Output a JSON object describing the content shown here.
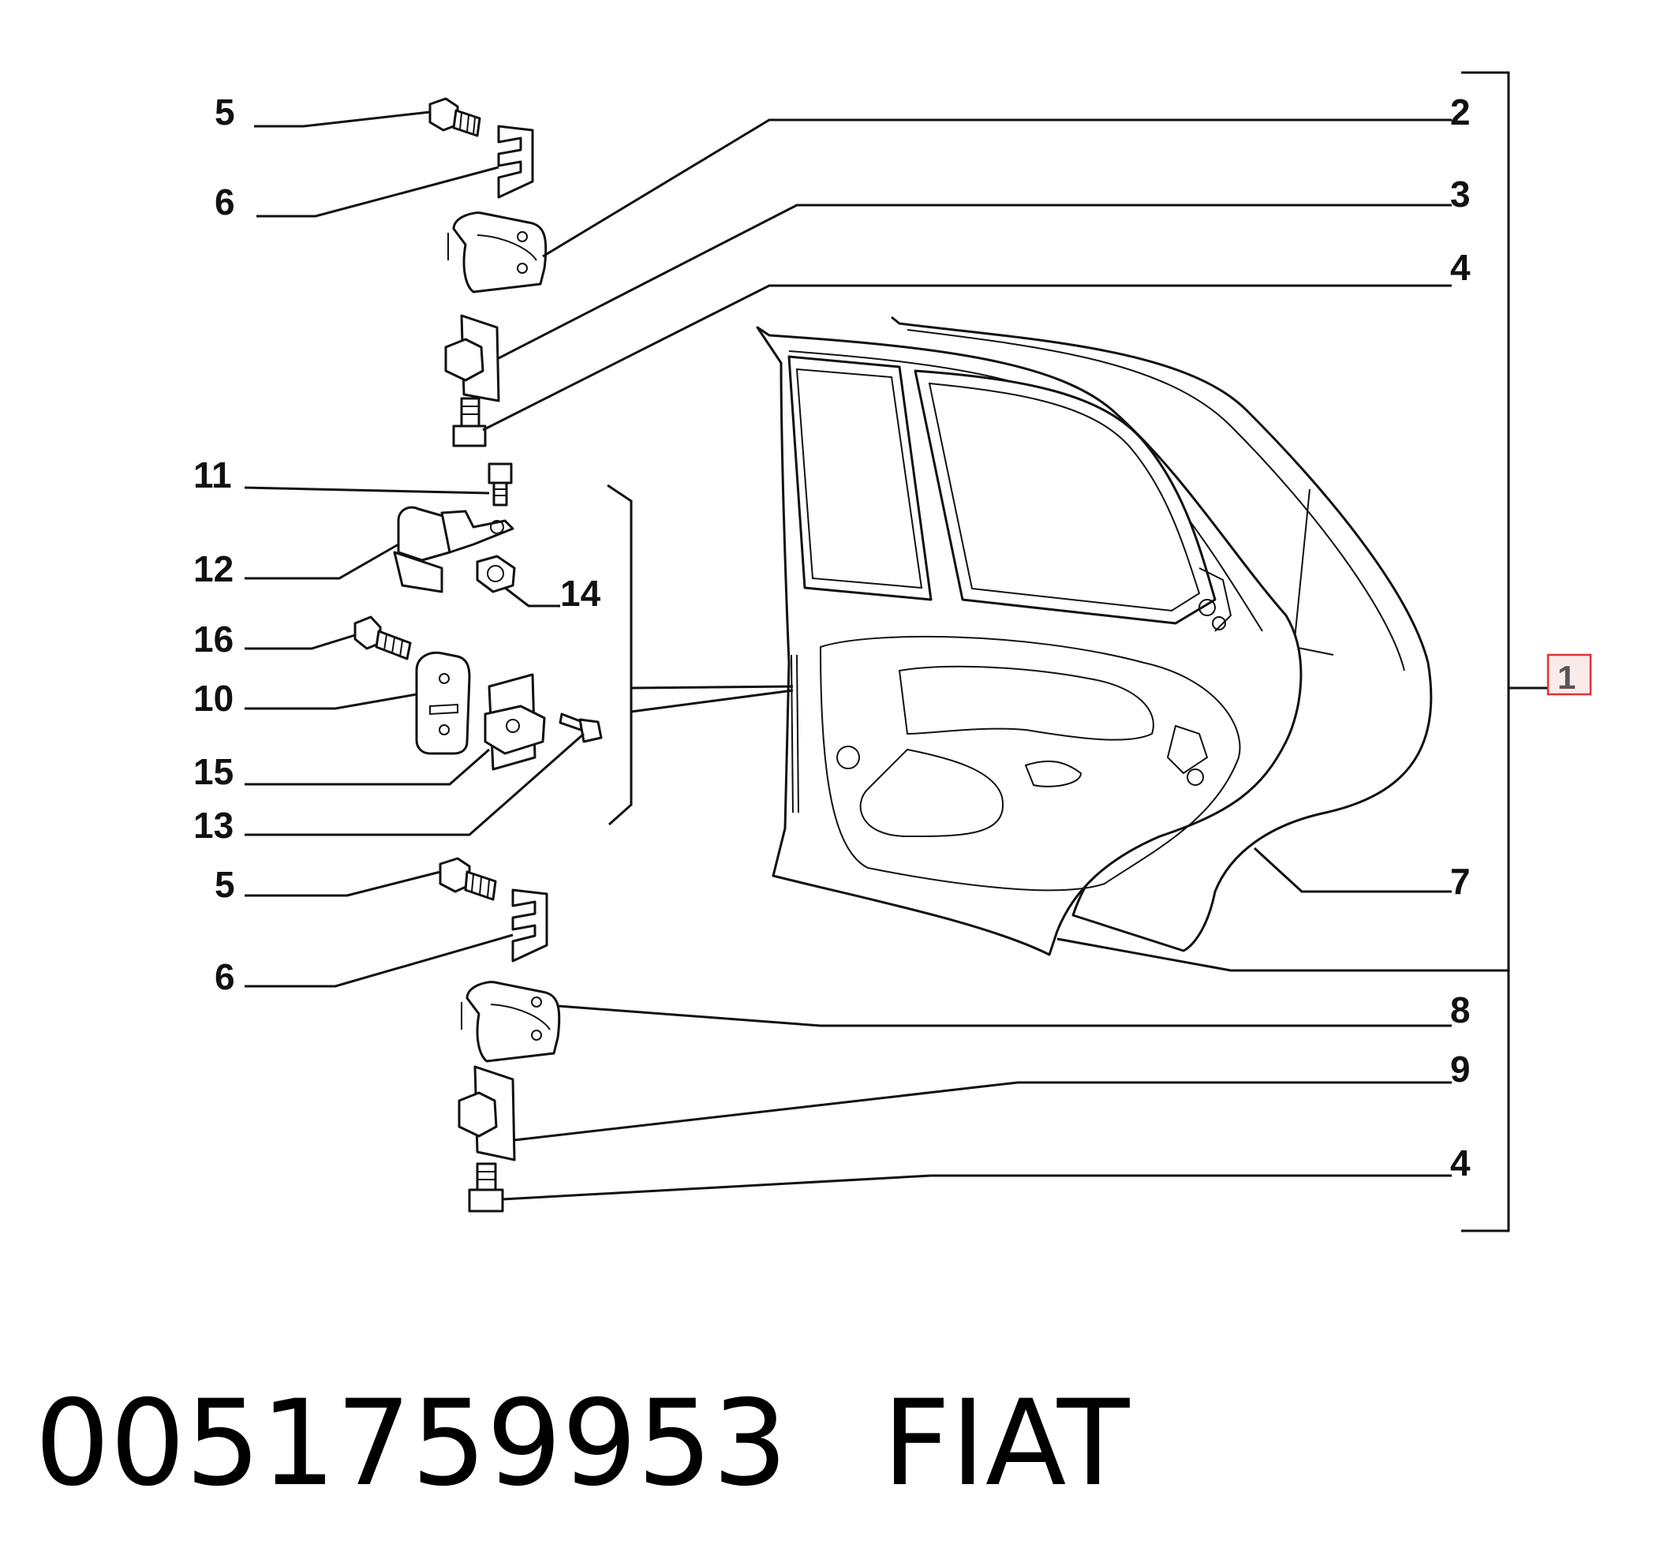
{
  "callouts": {
    "c1": "1",
    "c2": "2",
    "c3": "3",
    "c4a": "4",
    "c4b": "4",
    "c5a": "5",
    "c5b": "5",
    "c6a": "6",
    "c6b": "6",
    "c7": "7",
    "c8": "8",
    "c9": "9",
    "c10": "10",
    "c11": "11",
    "c12": "12",
    "c13": "13",
    "c14": "14",
    "c15": "15",
    "c16": "16"
  },
  "footer": {
    "part_number": "0051759953",
    "brand": "FIAT"
  },
  "colors": {
    "line": "#111111",
    "highlight_border": "#dd3333"
  }
}
